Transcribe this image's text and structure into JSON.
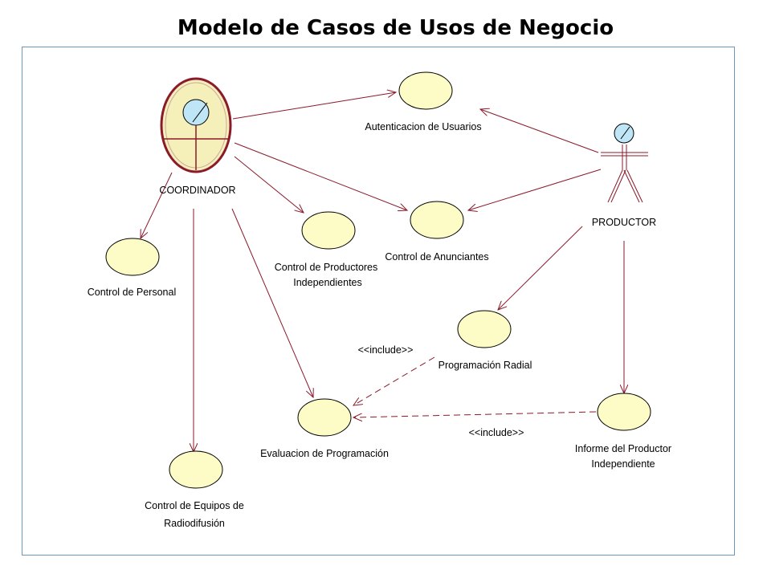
{
  "title": "Modelo de Casos de Usos de Negocio",
  "colors": {
    "usecase_fill": "#fefcc6",
    "usecase_stroke": "#000000",
    "actor_head": "#bfe6f6",
    "line": "#8b1a2b",
    "frame": "#6d97b8"
  },
  "actors": {
    "coordinador": {
      "label": "COORDINADOR",
      "type": "business-worker-icon"
    },
    "productor": {
      "label": "PRODUCTOR",
      "type": "stick-actor-icon"
    }
  },
  "use_cases": {
    "autenticacion": {
      "label": "Autenticacion de Usuarios"
    },
    "anunciantes": {
      "label": "Control de Anunciantes"
    },
    "productores": {
      "line1": "Control de Productores",
      "line2": "Independientes"
    },
    "personal": {
      "label": "Control de Personal"
    },
    "radial": {
      "label": "Programación Radial"
    },
    "evaluacion": {
      "label": "Evaluacion de Programación"
    },
    "informe": {
      "line1": "Informe del Productor",
      "line2": "Independiente"
    },
    "equipos": {
      "line1": "Control de Equipos de",
      "line2": "Radiodifusión"
    }
  },
  "relations": {
    "include_radial": "<<include>>",
    "include_informe": "<<include>>"
  }
}
